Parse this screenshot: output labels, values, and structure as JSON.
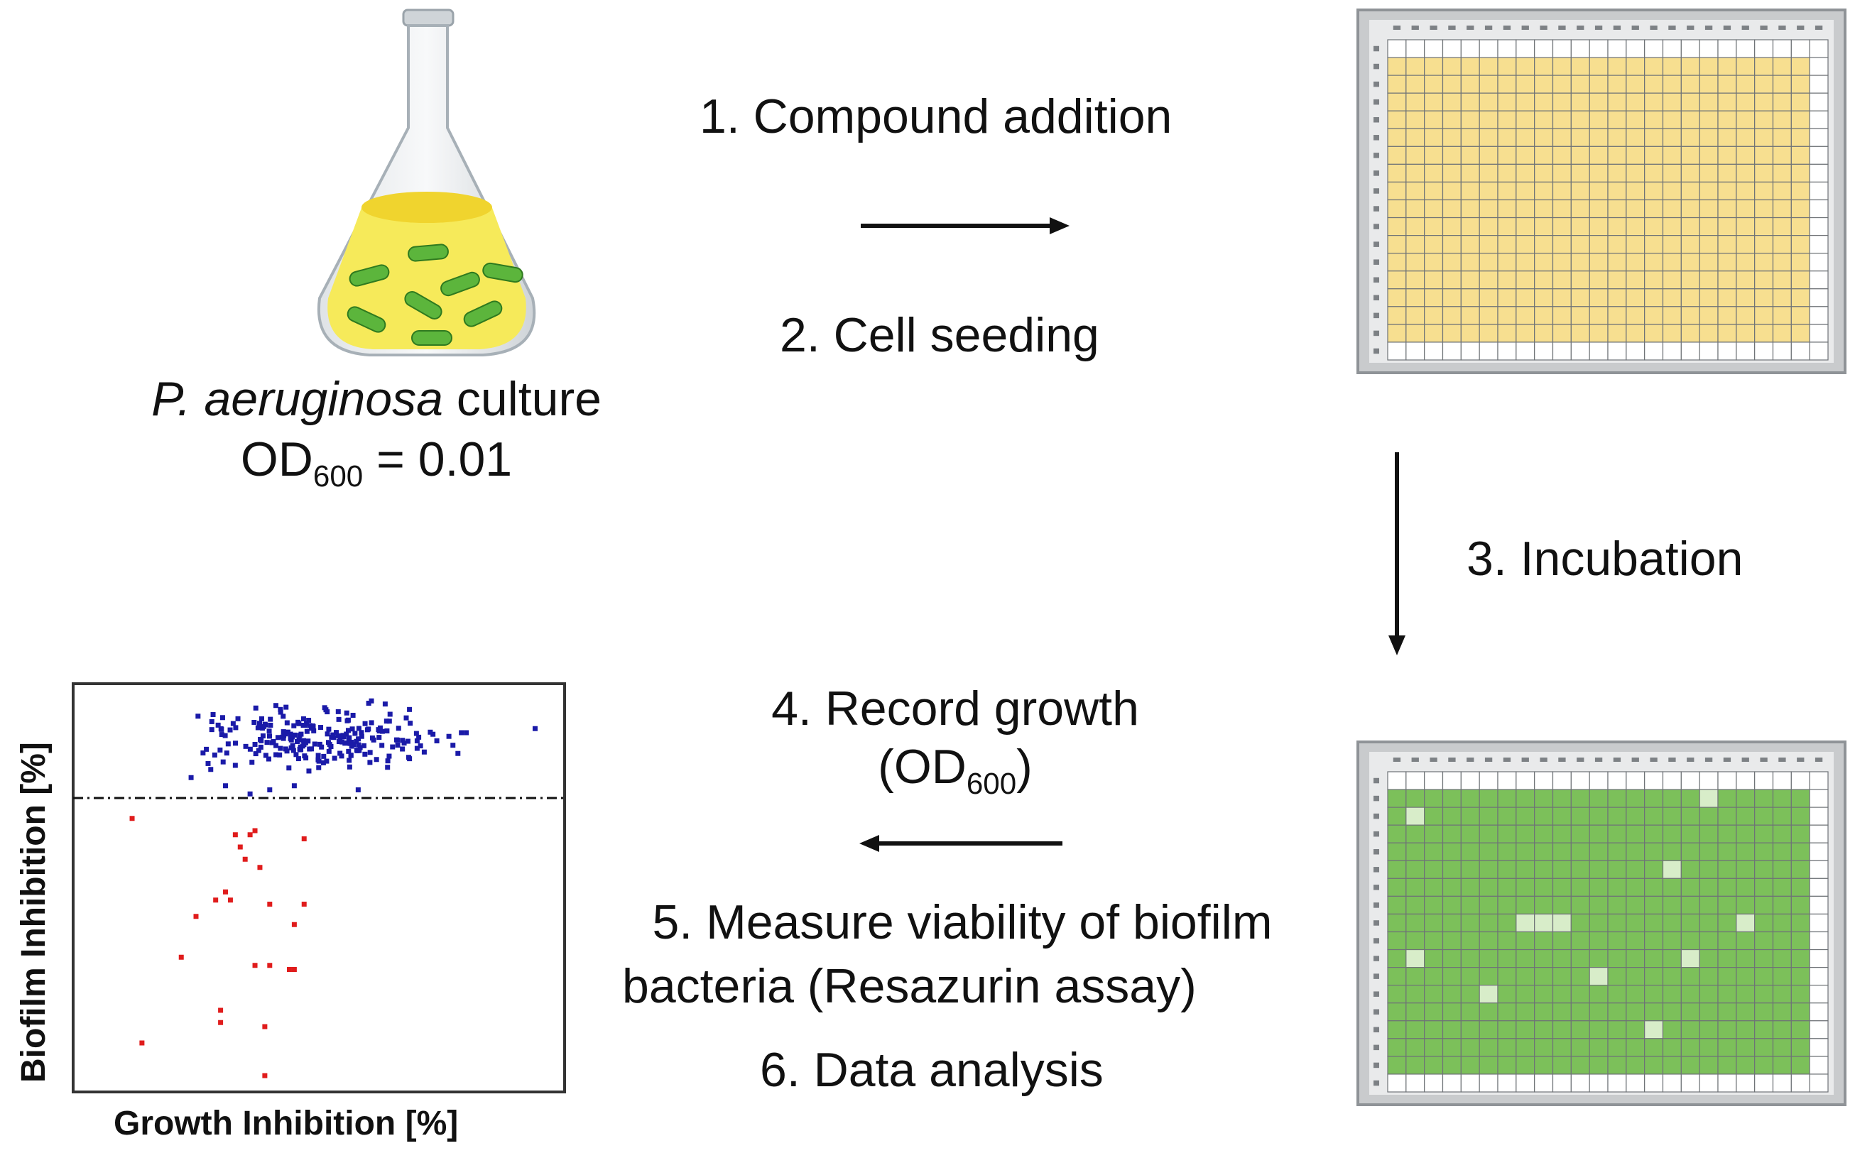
{
  "flask": {
    "species": "P. aeruginosa",
    "culture_word": "culture",
    "od_label": "OD",
    "od_sub": "600",
    "od_value": "= 0.01",
    "liquid_color": "#f6ea5a",
    "bacteria_color": "#5cb53c"
  },
  "steps": {
    "s1": "1. Compound addition",
    "s2": "2. Cell seeding",
    "s3": "3. Incubation",
    "s4": "4. Record growth",
    "s4_od_label": "OD",
    "s4_od_sub": "600",
    "s5_line1": "5. Measure viability of biofilm",
    "s5_line2": "bacteria (Resazurin assay)",
    "s6": "6. Data analysis"
  },
  "plate_top": {
    "well_fill": "#f7df90",
    "state": "compound + cells"
  },
  "plate_bottom": {
    "well_fill": "#7cc05a",
    "empty_fill": "#d8edc9",
    "inhibited_wells": [
      [
        0,
        17
      ],
      [
        1,
        1
      ],
      [
        4,
        15
      ],
      [
        7,
        7
      ],
      [
        7,
        8
      ],
      [
        7,
        9
      ],
      [
        7,
        19
      ],
      [
        9,
        1
      ],
      [
        9,
        16
      ],
      [
        10,
        11
      ],
      [
        11,
        5
      ],
      [
        13,
        14
      ]
    ]
  },
  "chart_data": {
    "type": "scatter",
    "xlabel": "Growth Inhibition [%]",
    "ylabel": "Biofilm Inhibition [%]",
    "threshold_line": "dashed horizontal",
    "series": [
      {
        "color": "#1a1aa8"
      },
      {
        "color": "#e01c1c"
      }
    ],
    "xlim": [
      0,
      100
    ],
    "ylim": [
      0,
      100
    ],
    "threshold": 72,
    "red_points": [
      [
        12,
        67
      ],
      [
        33,
        63
      ],
      [
        36,
        63
      ],
      [
        37,
        64
      ],
      [
        34,
        60
      ],
      [
        35,
        57
      ],
      [
        38,
        55
      ],
      [
        47,
        62
      ],
      [
        32,
        47
      ],
      [
        40,
        46
      ],
      [
        47,
        46
      ],
      [
        25,
        43
      ],
      [
        29,
        47
      ],
      [
        31,
        49
      ],
      [
        45,
        41
      ],
      [
        22,
        33
      ],
      [
        37,
        31
      ],
      [
        45,
        30
      ],
      [
        44,
        30
      ],
      [
        40,
        31
      ],
      [
        30,
        20
      ],
      [
        30,
        17
      ],
      [
        39,
        16
      ],
      [
        14,
        12
      ],
      [
        39,
        4
      ]
    ]
  }
}
